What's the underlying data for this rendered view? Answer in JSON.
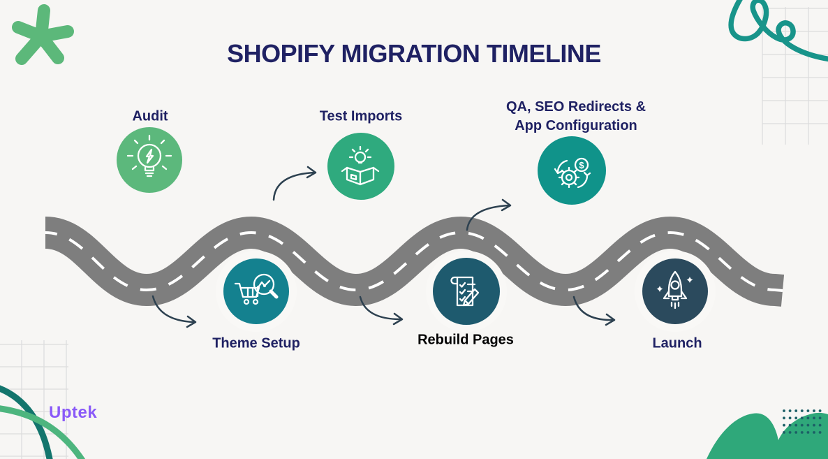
{
  "title": "SHOPIFY MIGRATION TIMELINE",
  "brand": "Uptek",
  "milestones": [
    {
      "label": "Audit",
      "position": "top",
      "icon": "lightbulb-bolt-icon",
      "circle_color": "#5cb87c"
    },
    {
      "label": "Theme Setup",
      "position": "bottom",
      "icon": "cart-magnifier-icon",
      "circle_color": "#14818f"
    },
    {
      "label": "Test Imports",
      "position": "top",
      "icon": "open-box-idea-icon",
      "circle_color": "#2faa7e"
    },
    {
      "label": "Rebuild Pages",
      "position": "bottom",
      "icon": "checklist-pencil-icon",
      "circle_color": "#1e5a6e"
    },
    {
      "label": "QA, SEO Redirects & App Configuration",
      "label_line1": "QA, SEO Redirects &",
      "label_line2": "App Configuration",
      "position": "top",
      "icon": "gear-sync-dollar-icon",
      "circle_color": "#10938a"
    },
    {
      "label": "Launch",
      "position": "bottom",
      "icon": "rocket-icon",
      "circle_color": "#2b4a5d"
    }
  ],
  "colors": {
    "background": "#f7f6f4",
    "title_text": "#1f2163",
    "label_text": "#1f2163",
    "rebuild_label_text": "#000000",
    "road": "#7e7e7e",
    "road_dash": "#ffffff",
    "connector_arrow": "#2d4150",
    "brand_text": "#8a5af8",
    "asterisk": "#5cb87a",
    "squiggle": "#18948a",
    "blob_green": "#2fa87a",
    "arc_dark_teal": "#13756d",
    "arc_green": "#4db57e",
    "dot_grid": "#1c5f66",
    "grid_lines": "#dcdcdc"
  },
  "icon_names": [
    "lightbulb-bolt-icon",
    "cart-magnifier-icon",
    "open-box-idea-icon",
    "checklist-pencil-icon",
    "gear-sync-dollar-icon",
    "rocket-icon",
    "asterisk-decoration",
    "squiggle-decoration"
  ]
}
